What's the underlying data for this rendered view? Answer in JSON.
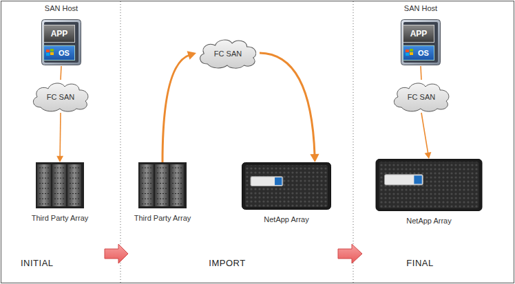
{
  "diagram": {
    "nodes": [
      {
        "text": [
          "SAN Host"
        ]
      },
      {
        "text": [
          "APP"
        ],
        "in": 0
      },
      {
        "text": [
          "OS"
        ],
        "in": 0
      },
      {
        "text": [
          "FC SAN"
        ]
      },
      {
        "text": [
          "Third Party Array"
        ]
      },
      {
        "text": [
          "Third Party Array"
        ]
      },
      {
        "text": [
          "FC SAN"
        ]
      },
      {
        "text": [
          "NetApp Array"
        ]
      },
      {
        "text": [
          "SAN Host"
        ]
      },
      {
        "text": [
          "APP"
        ],
        "in": 8
      },
      {
        "text": [
          "OS"
        ],
        "in": 8
      },
      {
        "text": [
          "FC SAN"
        ]
      },
      {
        "text": [
          "NetApp Array"
        ]
      }
    ],
    "edges": [
      {
        "from": 0,
        "to": 3,
        "arrow": "none"
      },
      {
        "from": 3,
        "to": 4,
        "arrow": "to"
      },
      {
        "from": 5,
        "to": 6,
        "arrow": "to"
      },
      {
        "from": 6,
        "to": 7,
        "arrow": "to"
      },
      {
        "from": 8,
        "to": 11,
        "arrow": "none"
      },
      {
        "from": 11,
        "to": 12,
        "arrow": "to"
      }
    ],
    "labels": [
      "INITIAL",
      "IMPORT",
      "FINAL"
    ]
  }
}
